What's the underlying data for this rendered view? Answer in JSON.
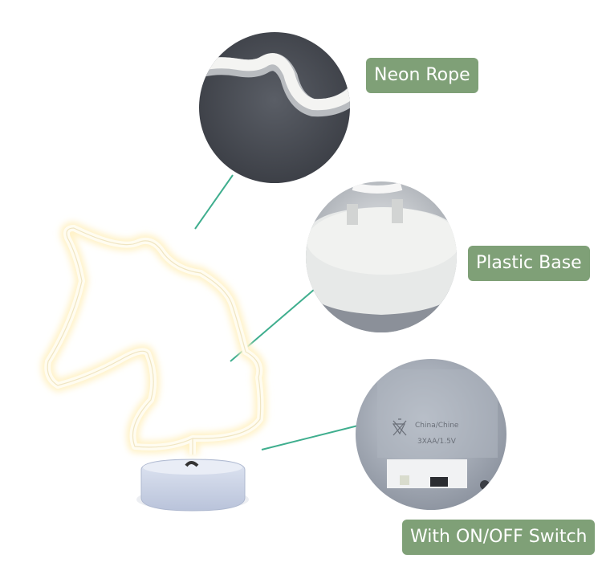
{
  "labels": {
    "neon_rope": "Neon Rope",
    "plastic_base": "Plastic Base",
    "switch": "With ON/OFF Switch"
  },
  "base_markings": {
    "line1": "China/Chine",
    "line2": "3XAA/1.5V"
  },
  "colors": {
    "label_bg": "#7fa077",
    "connector": "#3fae8e",
    "neon_glow": "#fff6d8",
    "circle_dark": "#4a4d55",
    "base_body": "#c8d2e6"
  }
}
